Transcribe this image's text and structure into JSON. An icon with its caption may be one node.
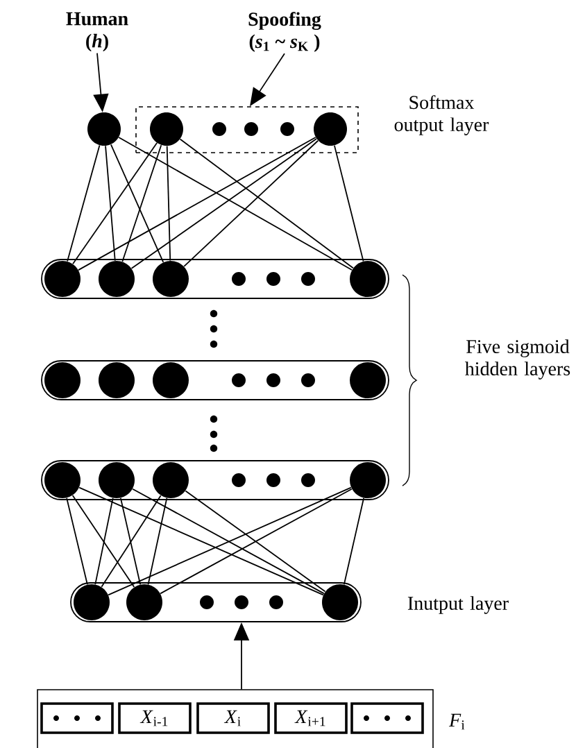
{
  "diagram": {
    "nodes": [
      {
        "text": [
          "Human",
          "(*h*)"
        ]
      },
      {
        "text": [
          "Spoofing",
          "(*s*$_{1}$ ~ *s*$_{K}$ )"
        ]
      },
      {
        "text": [],
        "shape": "circle"
      },
      {
        "text": [],
        "shape": "box"
      },
      {
        "text": [],
        "shape": "circle",
        "in": 3
      },
      {
        "text": [],
        "shape": "circle",
        "in": 3
      },
      {
        "text": [],
        "shape": "box"
      },
      {
        "text": [],
        "shape": "circle",
        "in": 6
      },
      {
        "text": [],
        "shape": "circle",
        "in": 6
      },
      {
        "text": [],
        "shape": "circle",
        "in": 6
      },
      {
        "text": [],
        "shape": "circle",
        "in": 6
      },
      {
        "text": [],
        "shape": "box"
      },
      {
        "text": [],
        "shape": "circle",
        "in": 11
      },
      {
        "text": [],
        "shape": "circle",
        "in": 11
      },
      {
        "text": [],
        "shape": "circle",
        "in": 11
      },
      {
        "text": [],
        "shape": "circle",
        "in": 11
      },
      {
        "text": [],
        "shape": "box"
      },
      {
        "text": [],
        "shape": "circle",
        "in": 16
      },
      {
        "text": [],
        "shape": "circle",
        "in": 16
      },
      {
        "text": [],
        "shape": "circle",
        "in": 16
      },
      {
        "text": [],
        "shape": "circle",
        "in": 16
      },
      {
        "text": [],
        "shape": "box"
      },
      {
        "text": [],
        "shape": "circle",
        "in": 21
      },
      {
        "text": [],
        "shape": "circle",
        "in": 21
      },
      {
        "text": [],
        "shape": "circle",
        "in": 21
      },
      {
        "text": [],
        "shape": "box",
        "beside": [
          "*F*$_{i}$"
        ]
      },
      {
        "text": [],
        "shape": "box",
        "in": 25
      },
      {
        "text": [
          "*X*$_{i-1}$"
        ],
        "in": 25
      },
      {
        "text": [
          "*X*$_{i}$"
        ],
        "in": 25
      },
      {
        "text": [
          "*X*$_{i+1}$"
        ],
        "in": 25
      },
      {
        "text": [],
        "shape": "box",
        "in": 25
      }
    ],
    "edges": [
      {
        "from": 0,
        "to": 2,
        "arrow": "to"
      },
      {
        "from": 1,
        "to": 3,
        "arrow": "to"
      },
      {
        "from": 2,
        "to": 7,
        "arrow": "none"
      },
      {
        "from": 2,
        "to": 8,
        "arrow": "none"
      },
      {
        "from": 2,
        "to": 9,
        "arrow": "none"
      },
      {
        "from": 2,
        "to": 10,
        "arrow": "none"
      },
      {
        "from": 4,
        "to": 7,
        "arrow": "none"
      },
      {
        "from": 4,
        "to": 8,
        "arrow": "none"
      },
      {
        "from": 4,
        "to": 9,
        "arrow": "none"
      },
      {
        "from": 4,
        "to": 10,
        "arrow": "none"
      },
      {
        "from": 5,
        "to": 7,
        "arrow": "none"
      },
      {
        "from": 5,
        "to": 8,
        "arrow": "none"
      },
      {
        "from": 5,
        "to": 9,
        "arrow": "none"
      },
      {
        "from": 5,
        "to": 10,
        "arrow": "none"
      },
      {
        "from": 17,
        "to": 22,
        "arrow": "none"
      },
      {
        "from": 17,
        "to": 23,
        "arrow": "none"
      },
      {
        "from": 17,
        "to": 24,
        "arrow": "none"
      },
      {
        "from": 18,
        "to": 22,
        "arrow": "none"
      },
      {
        "from": 18,
        "to": 23,
        "arrow": "none"
      },
      {
        "from": 18,
        "to": 24,
        "arrow": "none"
      },
      {
        "from": 19,
        "to": 22,
        "arrow": "none"
      },
      {
        "from": 19,
        "to": 23,
        "arrow": "none"
      },
      {
        "from": 19,
        "to": 24,
        "arrow": "none"
      },
      {
        "from": 20,
        "to": 22,
        "arrow": "none"
      },
      {
        "from": 20,
        "to": 23,
        "arrow": "none"
      },
      {
        "from": 20,
        "to": 24,
        "arrow": "none"
      },
      {
        "from": 25,
        "to": 21,
        "arrow": "to"
      }
    ],
    "labels": [
      "Softmax output layer",
      "Five sigmoid hidden layers",
      "Inutput layer"
    ]
  }
}
